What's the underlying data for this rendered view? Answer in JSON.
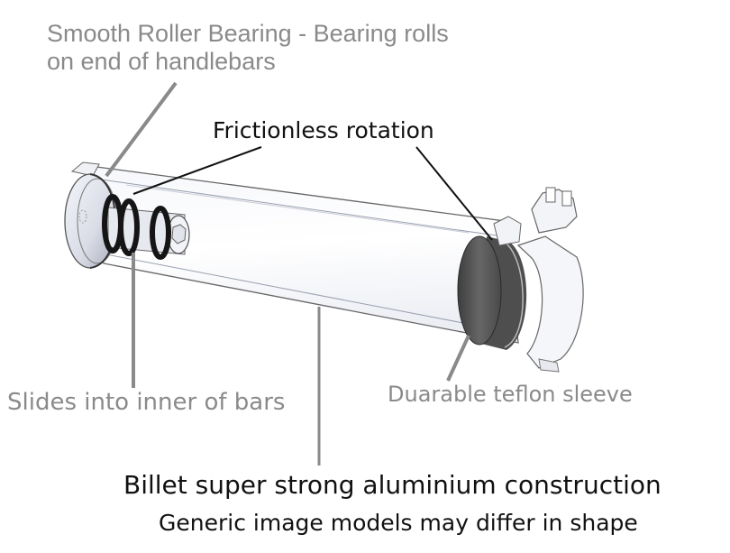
{
  "labels": {
    "bearing_line1": "Smooth Roller Bearing - Bearing rolls",
    "bearing_line2": "on end of handlebars",
    "frictionless": "Frictionless rotation",
    "slides": "Slides into inner of bars",
    "sleeve": "Duarable teflon sleeve",
    "billet": "Billet super strong aluminium construction",
    "generic": "Generic image models may differ in shape"
  },
  "colors": {
    "annotation_gray": "#8a8a8a",
    "annotation_dark": "#111111",
    "sleeve": "#5a5a5a",
    "seal_ring": "#151515",
    "outline": "#555555"
  }
}
